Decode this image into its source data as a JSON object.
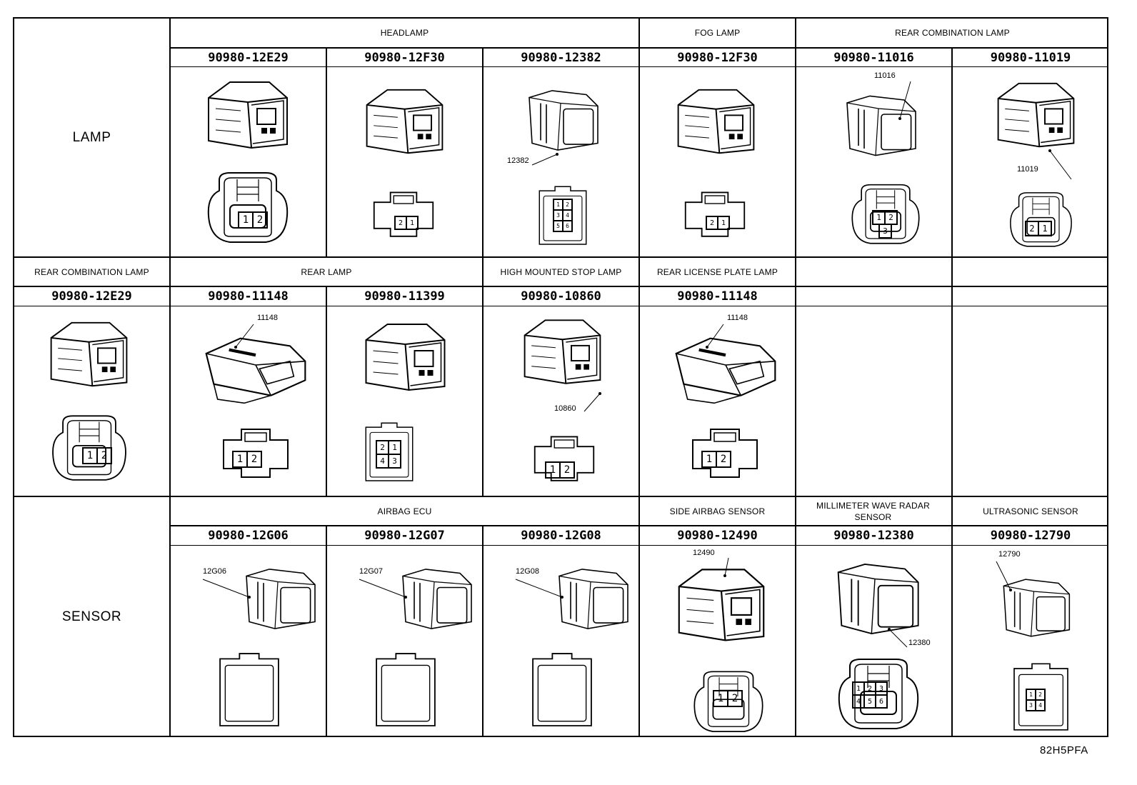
{
  "sections": {
    "lamp": "LAMP",
    "sensor": "SENSOR"
  },
  "row1": {
    "groups": [
      "HEADLAMP",
      "FOG LAMP",
      "REAR COMBINATION LAMP"
    ],
    "parts": [
      "90980-12E29",
      "90980-12F30",
      "90980-12382",
      "90980-12F30",
      "90980-11016",
      "90980-11019"
    ],
    "callouts": [
      "12382",
      "11016",
      "11019"
    ],
    "pins": [
      "1",
      "2",
      "3",
      "4",
      "5",
      "6"
    ]
  },
  "row2": {
    "groups": [
      "REAR COMBINATION LAMP",
      "REAR LAMP",
      "HIGH MOUNTED STOP LAMP",
      "REAR LICENSE PLATE LAMP"
    ],
    "parts": [
      "90980-12E29",
      "90980-11148",
      "90980-11399",
      "90980-10860",
      "90980-11148"
    ],
    "callouts": [
      "11148",
      "10860",
      "11148"
    ],
    "pins": [
      "1",
      "2",
      "3",
      "4"
    ]
  },
  "row3": {
    "groups": [
      "AIRBAG ECU",
      "SIDE AIRBAG SENSOR",
      "MILLIMETER WAVE RADAR SENSOR",
      "ULTRASONIC SENSOR"
    ],
    "parts": [
      "90980-12G06",
      "90980-12G07",
      "90980-12G08",
      "90980-12490",
      "90980-12380",
      "90980-12790"
    ],
    "callouts": [
      "12G06",
      "12G07",
      "12G08",
      "12490",
      "12380",
      "12790"
    ],
    "pins": [
      "1",
      "2",
      "3",
      "4",
      "5",
      "6"
    ]
  },
  "figure_code": "82H5PFA"
}
